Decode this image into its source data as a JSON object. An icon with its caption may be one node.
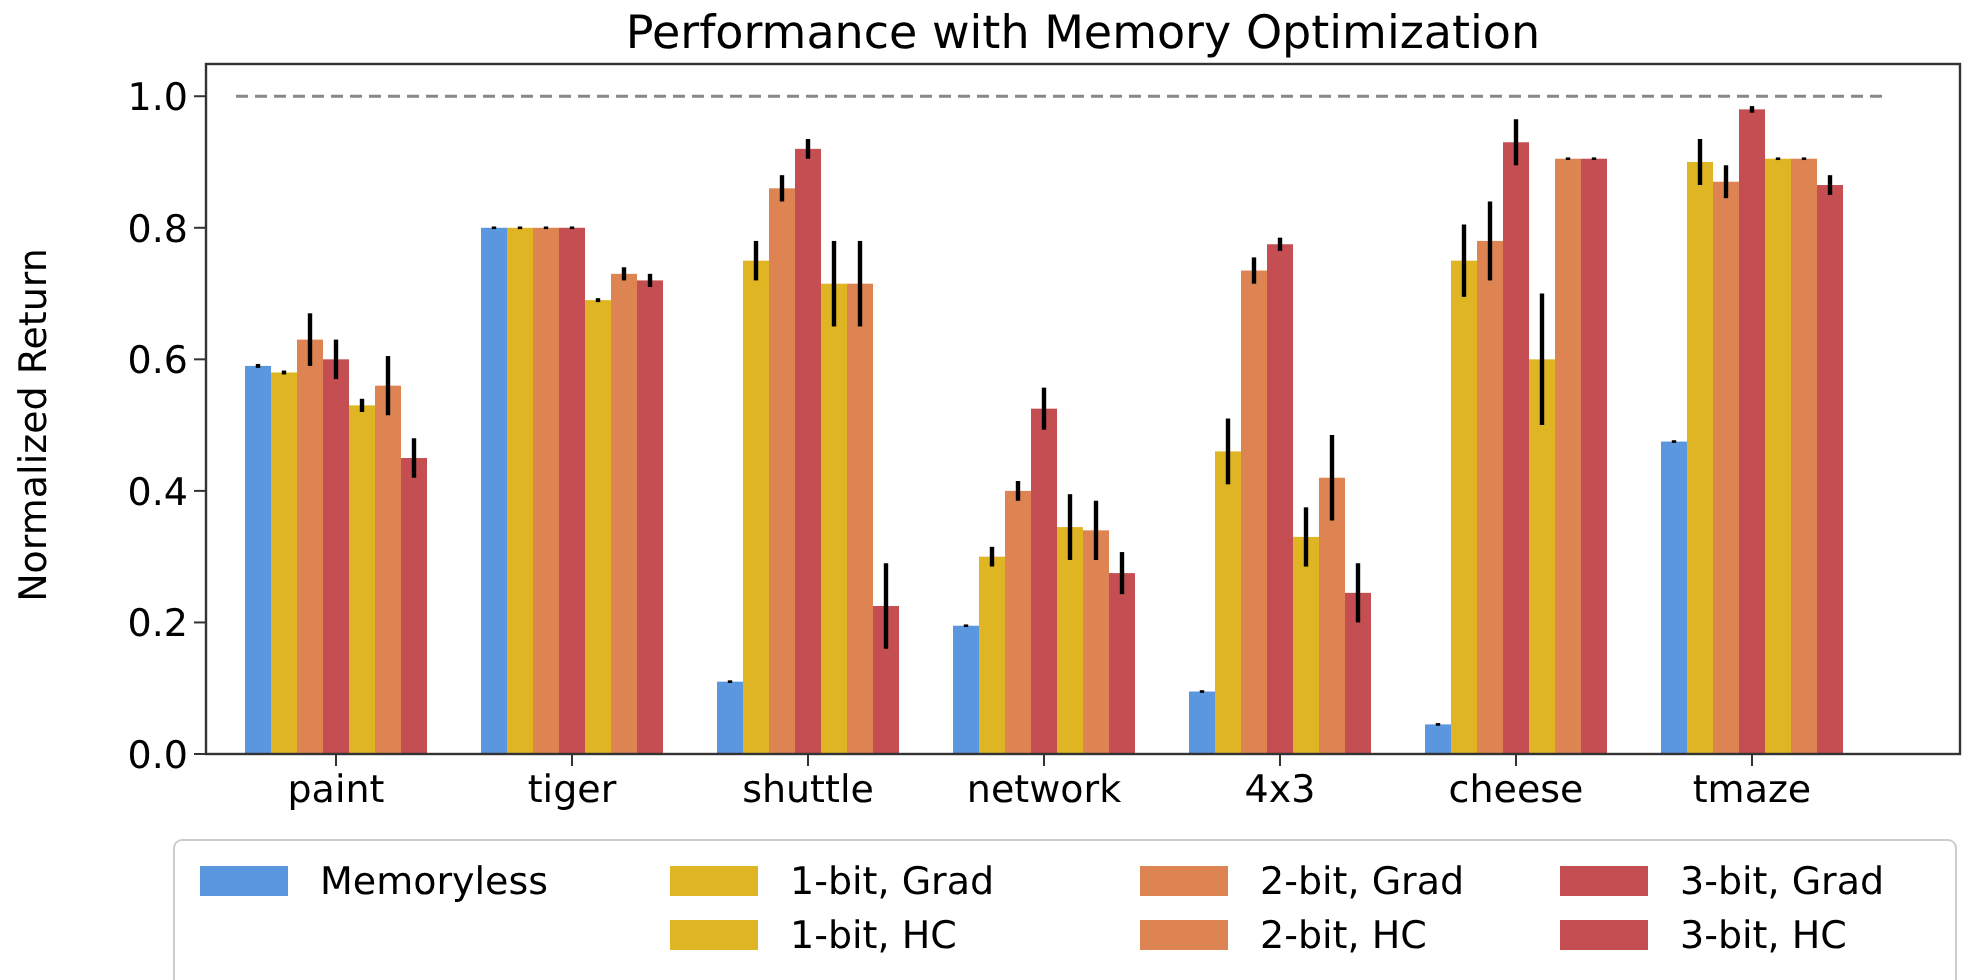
{
  "diagram": {
    "chart_data": {
      "type": "bar",
      "title": "Performance with Memory Optimization",
      "ylabel": "Normalized Return",
      "categories": [
        "paint",
        "tiger",
        "shuttle",
        "network",
        "4x3",
        "cheese",
        "tmaze"
      ],
      "series": [
        {
          "name": "Memoryless",
          "color": "#5b97de",
          "values": [
            0.59,
            0.8,
            0.11,
            0.195,
            0.095,
            0.045,
            0.475
          ],
          "errors": [
            0.003,
            0.002,
            0.002,
            0.002,
            0.002,
            0.002,
            0.002
          ]
        },
        {
          "name": "1-bit, Grad",
          "color": "#dfb524",
          "values": [
            0.58,
            0.8,
            0.75,
            0.3,
            0.46,
            0.75,
            0.9
          ],
          "errors": [
            0.003,
            0.002,
            0.03,
            0.015,
            0.05,
            0.055,
            0.035
          ]
        },
        {
          "name": "2-bit, Grad",
          "color": "#dd8452",
          "values": [
            0.63,
            0.8,
            0.86,
            0.4,
            0.735,
            0.78,
            0.87
          ],
          "errors": [
            0.04,
            0.002,
            0.02,
            0.015,
            0.02,
            0.06,
            0.025
          ]
        },
        {
          "name": "3-bit, Grad",
          "color": "#c44e52",
          "values": [
            0.6,
            0.8,
            0.92,
            0.525,
            0.775,
            0.93,
            0.98
          ],
          "errors": [
            0.03,
            0.002,
            0.015,
            0.032,
            0.01,
            0.035,
            0.005
          ]
        },
        {
          "name": "1-bit, HC",
          "color": "#dfb524",
          "values": [
            0.53,
            0.69,
            0.715,
            0.345,
            0.33,
            0.6,
            0.905
          ],
          "errors": [
            0.01,
            0.003,
            0.065,
            0.05,
            0.045,
            0.1,
            0.002
          ]
        },
        {
          "name": "2-bit, HC",
          "color": "#dd8452",
          "values": [
            0.56,
            0.73,
            0.715,
            0.34,
            0.42,
            0.905,
            0.905
          ],
          "errors": [
            0.045,
            0.01,
            0.065,
            0.045,
            0.065,
            0.002,
            0.002
          ]
        },
        {
          "name": "3-bit, HC",
          "color": "#c44e52",
          "values": [
            0.45,
            0.72,
            0.225,
            0.275,
            0.245,
            0.905,
            0.865
          ],
          "errors": [
            0.03,
            0.01,
            0.065,
            0.032,
            0.045,
            0.002,
            0.015
          ]
        }
      ],
      "ylim": [
        0,
        1.049
      ],
      "yticks": [
        {
          "value": 0,
          "label": "0.0"
        },
        {
          "value": 0.2,
          "label": "0.2"
        },
        {
          "value": 0.4,
          "label": "0.4"
        },
        {
          "value": 0.6,
          "label": "0.6"
        },
        {
          "value": 0.8,
          "label": "0.8"
        },
        {
          "value": 1,
          "label": "1.0"
        }
      ],
      "legend": "bottom"
    }
  }
}
